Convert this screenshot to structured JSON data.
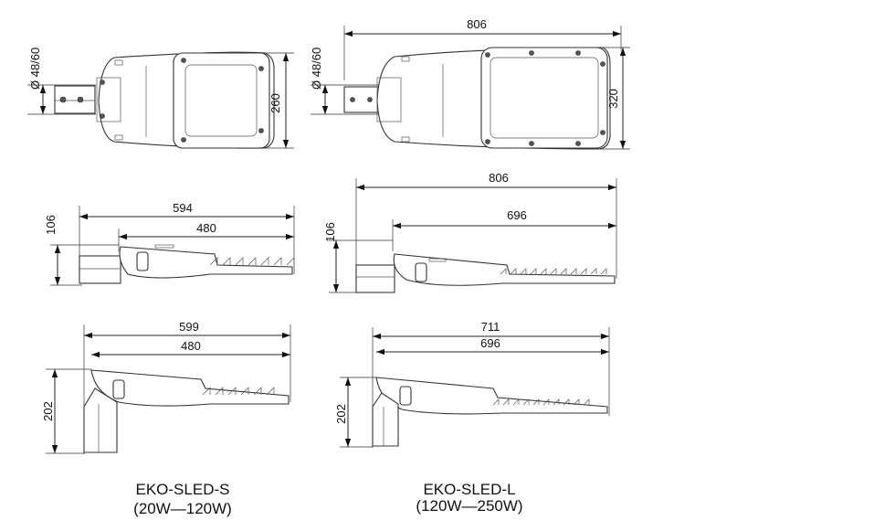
{
  "models": [
    {
      "name": "EKO-SLED-S",
      "power": "(20W—120W)",
      "top_view": {
        "diameter": "Ø 48/60",
        "width": "260"
      },
      "side_view": {
        "overall_length": "594",
        "body_length": "480",
        "height": "106"
      },
      "mount_view": {
        "overall_length": "599",
        "body_length": "480",
        "height": "202"
      }
    },
    {
      "name": "EKO-SLED-L",
      "power": "(120W—250W)",
      "top_view": {
        "overall_length": "806",
        "diameter": "Ø 48/60",
        "width": "320"
      },
      "side_view": {
        "overall_length": "806",
        "body_length": "696",
        "height": "106"
      },
      "mount_view": {
        "overall_length": "711",
        "body_length": "696",
        "height": "202"
      }
    }
  ]
}
